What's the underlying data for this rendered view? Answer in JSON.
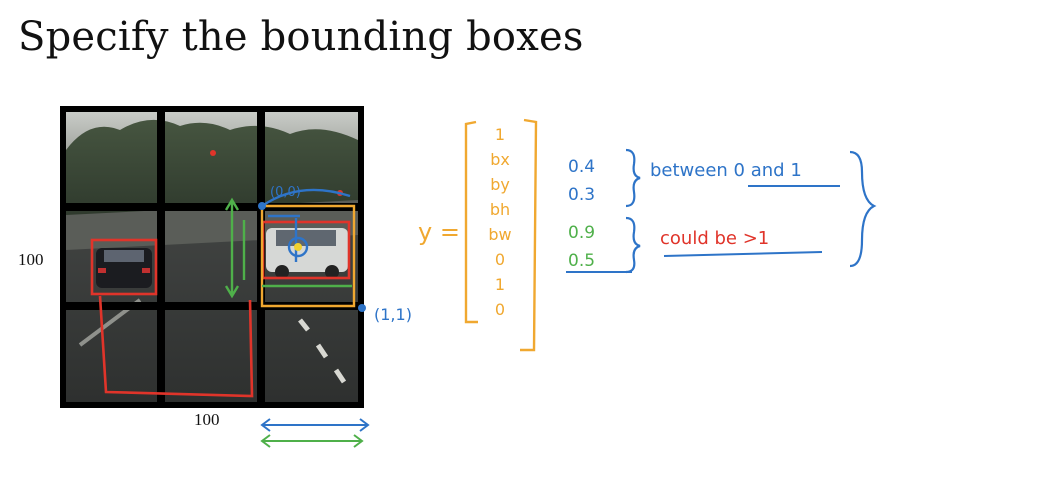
{
  "slide": {
    "title": "Specify the bounding boxes",
    "grid_width_label": "100",
    "grid_height_label": "100"
  },
  "annotations": {
    "origin_label": "(0,0)",
    "corner_label": "(1,1)",
    "y_equals": "y =",
    "y_vector": [
      "1",
      "bx",
      "by",
      "bh",
      "bw",
      "0",
      "1",
      "0"
    ],
    "xy_values": [
      "0.4",
      "0.3"
    ],
    "hw_values": [
      "0.9",
      "0.5"
    ],
    "between_note": "between 0 and 1",
    "could_be_note": "could be >1"
  },
  "colors": {
    "ink_orange": "#F0A830",
    "ink_blue": "#2E74C8",
    "ink_green": "#4FB04A",
    "ink_red": "#E0342A",
    "grid_line": "#000000"
  }
}
